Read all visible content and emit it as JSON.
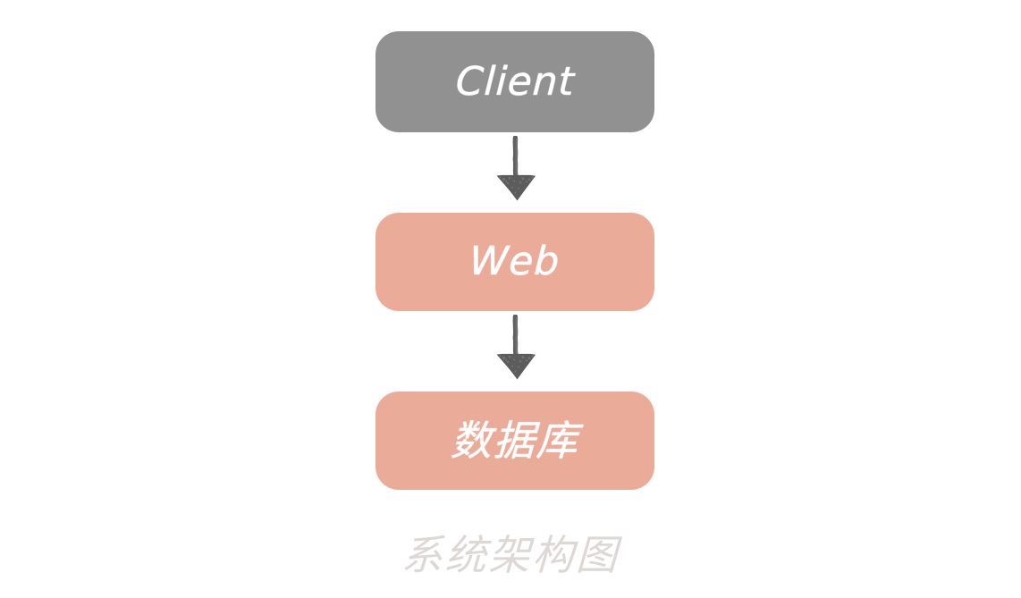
{
  "diagram": {
    "caption": "系统架构图",
    "caption_color": "#DDD8D5",
    "background_color": "#FFFFFF",
    "nodes": [
      {
        "id": "client",
        "label": "Client",
        "fill": "#919191",
        "text_color": "#FFFFFF"
      },
      {
        "id": "web",
        "label": "Web",
        "fill": "#EBAB99",
        "text_color": "#FFFFFF"
      },
      {
        "id": "database",
        "label": "数据库",
        "fill": "#EBAB99",
        "text_color": "#FFFFFF"
      }
    ],
    "edges": [
      {
        "id": "client-to-web",
        "from": "client",
        "to": "web",
        "direction": "down",
        "color": "#595959",
        "label": ""
      },
      {
        "id": "web-to-database",
        "from": "web",
        "to": "database",
        "direction": "down",
        "color": "#595959",
        "label": ""
      }
    ]
  }
}
